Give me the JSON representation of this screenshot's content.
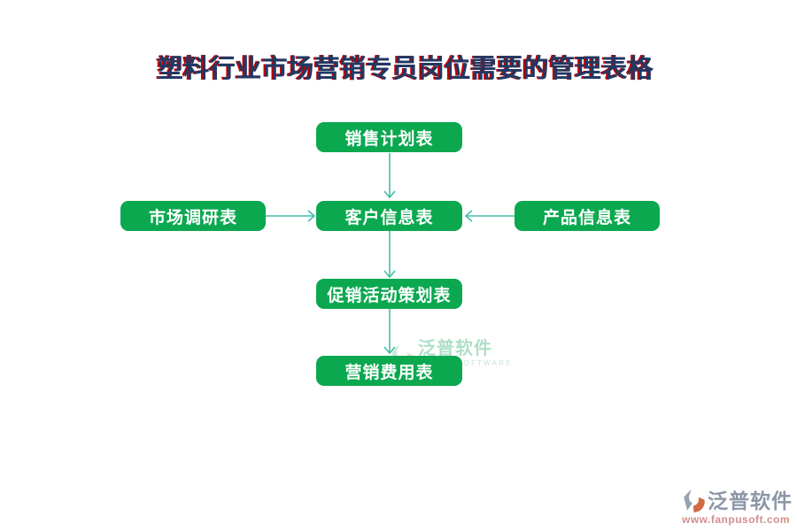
{
  "title": "塑料行业市场营销专员岗位需要的管理表格",
  "nodes": {
    "sales_plan": "销售计划表",
    "market_research": "市场调研表",
    "customer_info": "客户信息表",
    "product_info": "产品信息表",
    "promotion_plan": "促销活动策划表",
    "marketing_expense": "营销费用表"
  },
  "edges": [
    {
      "from": "sales_plan",
      "to": "customer_info",
      "direction": "down"
    },
    {
      "from": "market_research",
      "to": "customer_info",
      "direction": "right"
    },
    {
      "from": "product_info",
      "to": "customer_info",
      "direction": "left"
    },
    {
      "from": "customer_info",
      "to": "promotion_plan",
      "direction": "down"
    },
    {
      "from": "promotion_plan",
      "to": "marketing_expense",
      "direction": "down"
    }
  ],
  "watermark": {
    "brand": "泛普软件",
    "caption": "FANPU SOFTWARE"
  },
  "footer": {
    "brand": "泛普软件",
    "website": "www.fanpusoft.com"
  },
  "colors": {
    "node_green": "#0BA850",
    "arrow_teal": "#43BEA8",
    "title_navy": "#203864",
    "title_shadow_red": "#C00000",
    "footer_brand": "#8C96A6",
    "footer_url": "#D38F8D"
  }
}
